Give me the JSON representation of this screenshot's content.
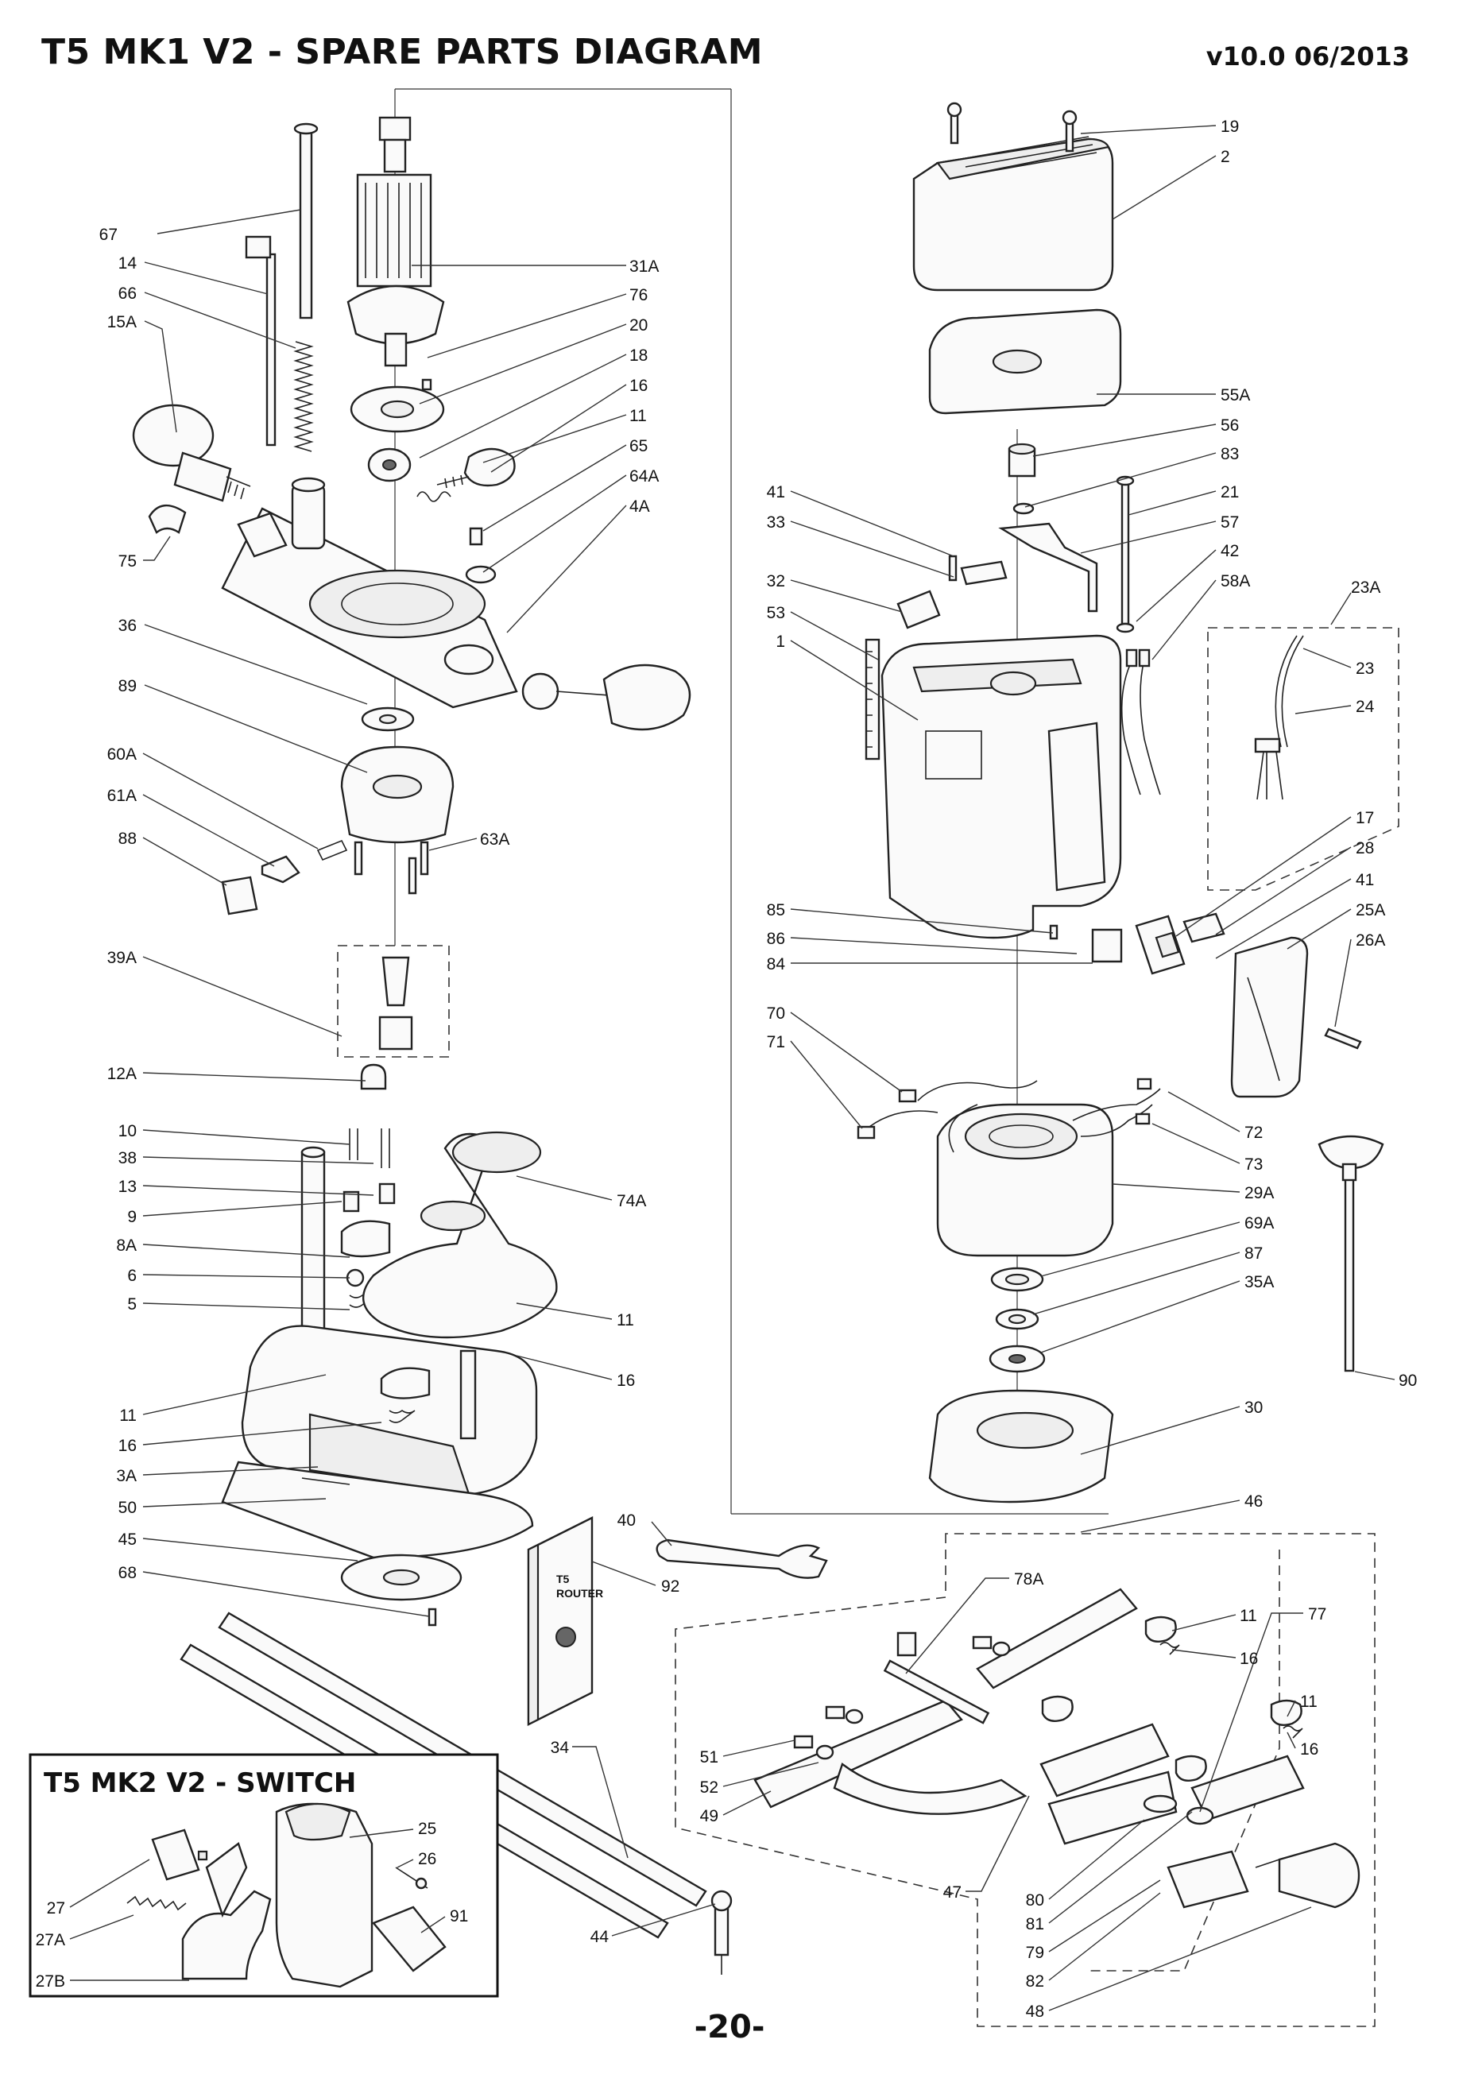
{
  "header": {
    "title": "T5 MK1 V2 -  SPARE PARTS DIAGRAM",
    "version": "v10.0 06/2013"
  },
  "inset": {
    "title": "T5 MK2 V2 - SWITCH",
    "labels": [
      "25",
      "26",
      "91",
      "27",
      "27A",
      "27B"
    ]
  },
  "booklet": {
    "brand": "T5",
    "subtitle": "ROUTER"
  },
  "page_number": "-20-",
  "callouts": {
    "left": [
      "67",
      "14",
      "66",
      "15A",
      "75",
      "36",
      "89",
      "60A",
      "61A",
      "88",
      "39A",
      "12A",
      "10",
      "38",
      "13",
      "9",
      "8A",
      "6",
      "5",
      "11",
      "16",
      "3A",
      "50",
      "45",
      "68"
    ],
    "center": [
      "31A",
      "76",
      "20",
      "18",
      "16",
      "11",
      "65",
      "64A",
      "4A",
      "63A",
      "74A",
      "11",
      "16",
      "40",
      "92",
      "34",
      "44"
    ],
    "right_col_left": [
      "41",
      "33",
      "32",
      "53",
      "1",
      "85",
      "86",
      "84",
      "70",
      "71"
    ],
    "right_col_right": [
      "19",
      "2",
      "55A",
      "56",
      "83",
      "21",
      "57",
      "42",
      "58A",
      "23A",
      "23",
      "24",
      "17",
      "28",
      "41",
      "25A",
      "26A",
      "72",
      "73",
      "29A",
      "69A",
      "87",
      "35A",
      "30",
      "90",
      "46"
    ],
    "bottom_right": [
      "78A",
      "77",
      "11",
      "16",
      "11",
      "16",
      "51",
      "52",
      "49",
      "47",
      "80",
      "81",
      "79",
      "82",
      "48"
    ]
  }
}
